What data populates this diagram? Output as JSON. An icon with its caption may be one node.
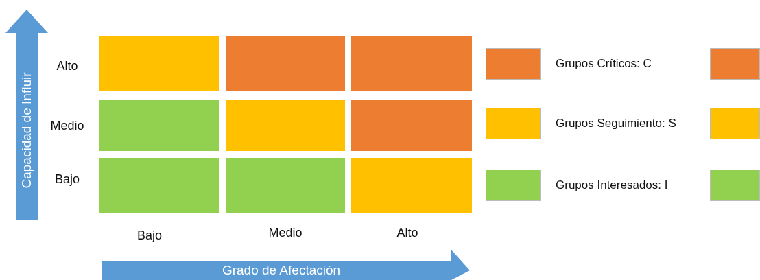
{
  "diagram": {
    "nodes": [
      {
        "text": [
          "Capacidad de Influir"
        ]
      },
      {
        "text": [
          "Grado de Afectación"
        ]
      }
    ],
    "labels": [
      "Alto",
      "Medio",
      "Bajo",
      "Bajo",
      "Medio",
      "Alto"
    ],
    "legend": [
      {
        "text": "Grupos Críticos: C",
        "color": "#ed7d31"
      },
      {
        "text": "Grupos Seguimiento: S",
        "color": "#ffc000"
      },
      {
        "text": "Grupos Interesados: I",
        "color": "#92d050"
      }
    ]
  }
}
